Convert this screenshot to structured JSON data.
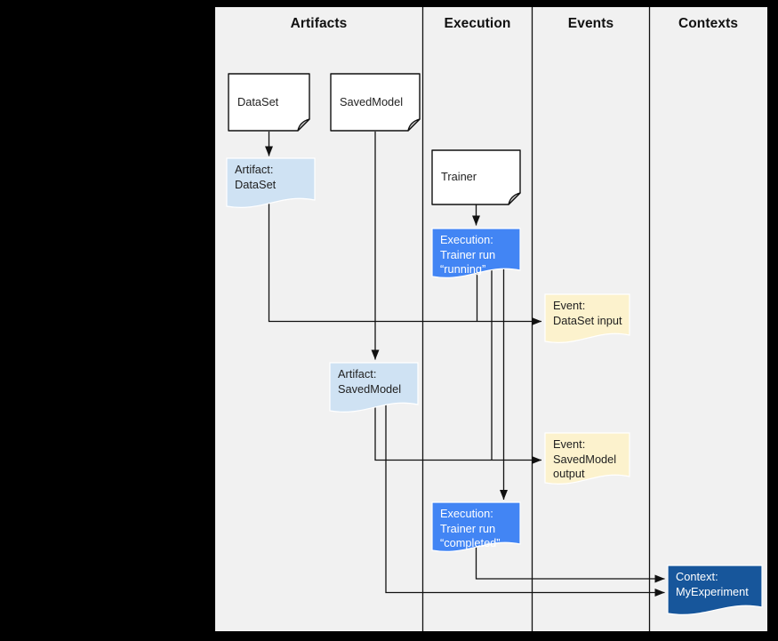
{
  "columns": [
    {
      "label": "Artifacts"
    },
    {
      "label": "Execution"
    },
    {
      "label": "Events"
    },
    {
      "label": "Contexts"
    }
  ],
  "nodes": {
    "dataset_doc": {
      "label": "DataSet"
    },
    "savedmodel_doc": {
      "label": "SavedModel"
    },
    "trainer_doc": {
      "label": "Trainer"
    },
    "artifact_dataset": {
      "label": "Artifact:\nDataSet"
    },
    "artifact_savedmodel": {
      "label": "Artifact:\nSavedModel"
    },
    "execution_running": {
      "label": "Execution:\nTrainer run\n“running”"
    },
    "execution_completed": {
      "label": "Execution:\nTrainer run\n“completed”"
    },
    "event_dataset_input": {
      "label": "Event:\nDataSet input"
    },
    "event_savedmodel_output": {
      "label": "Event:\nSavedModel\noutput"
    },
    "context_myexperiment": {
      "label": "Context:\nMyExperiment"
    }
  },
  "colors": {
    "canvas-bg": "#f1f1f1",
    "doc-fill": "#ffffff",
    "flap-fill": "#d6d6d6",
    "artifact-fill": "#cfe2f3",
    "execution-fill": "#4285f4",
    "event-fill": "#fcf2cd",
    "context-fill": "#17569b",
    "line-color": "#111111",
    "text-dark": "#1f1f1f",
    "text-light": "#ffffff"
  }
}
